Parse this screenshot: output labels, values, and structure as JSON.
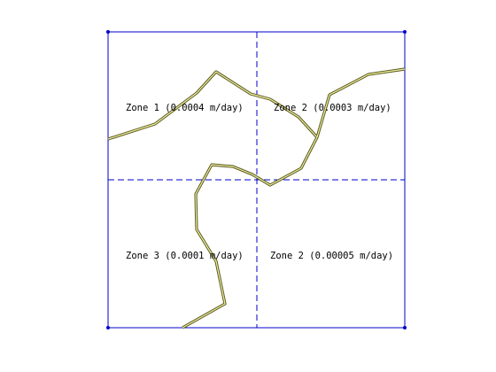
{
  "zones": [
    {
      "id": "zone-1-upper-left",
      "label": "Zone 1 (0.0004 m/day)"
    },
    {
      "id": "zone-2-upper-right",
      "label": "Zone 2 (0.0003 m/day)"
    },
    {
      "id": "zone-3-lower-left",
      "label": "Zone 3 (0.0001 m/day)"
    },
    {
      "id": "zone-2-lower-right",
      "label": "Zone 2 (0.00005 m/day)"
    }
  ],
  "colors": {
    "boundary": "#0000cc",
    "divider": "#0000cc",
    "stream_outline": "#5a5a20",
    "stream_fill": "#f2f0a0"
  }
}
